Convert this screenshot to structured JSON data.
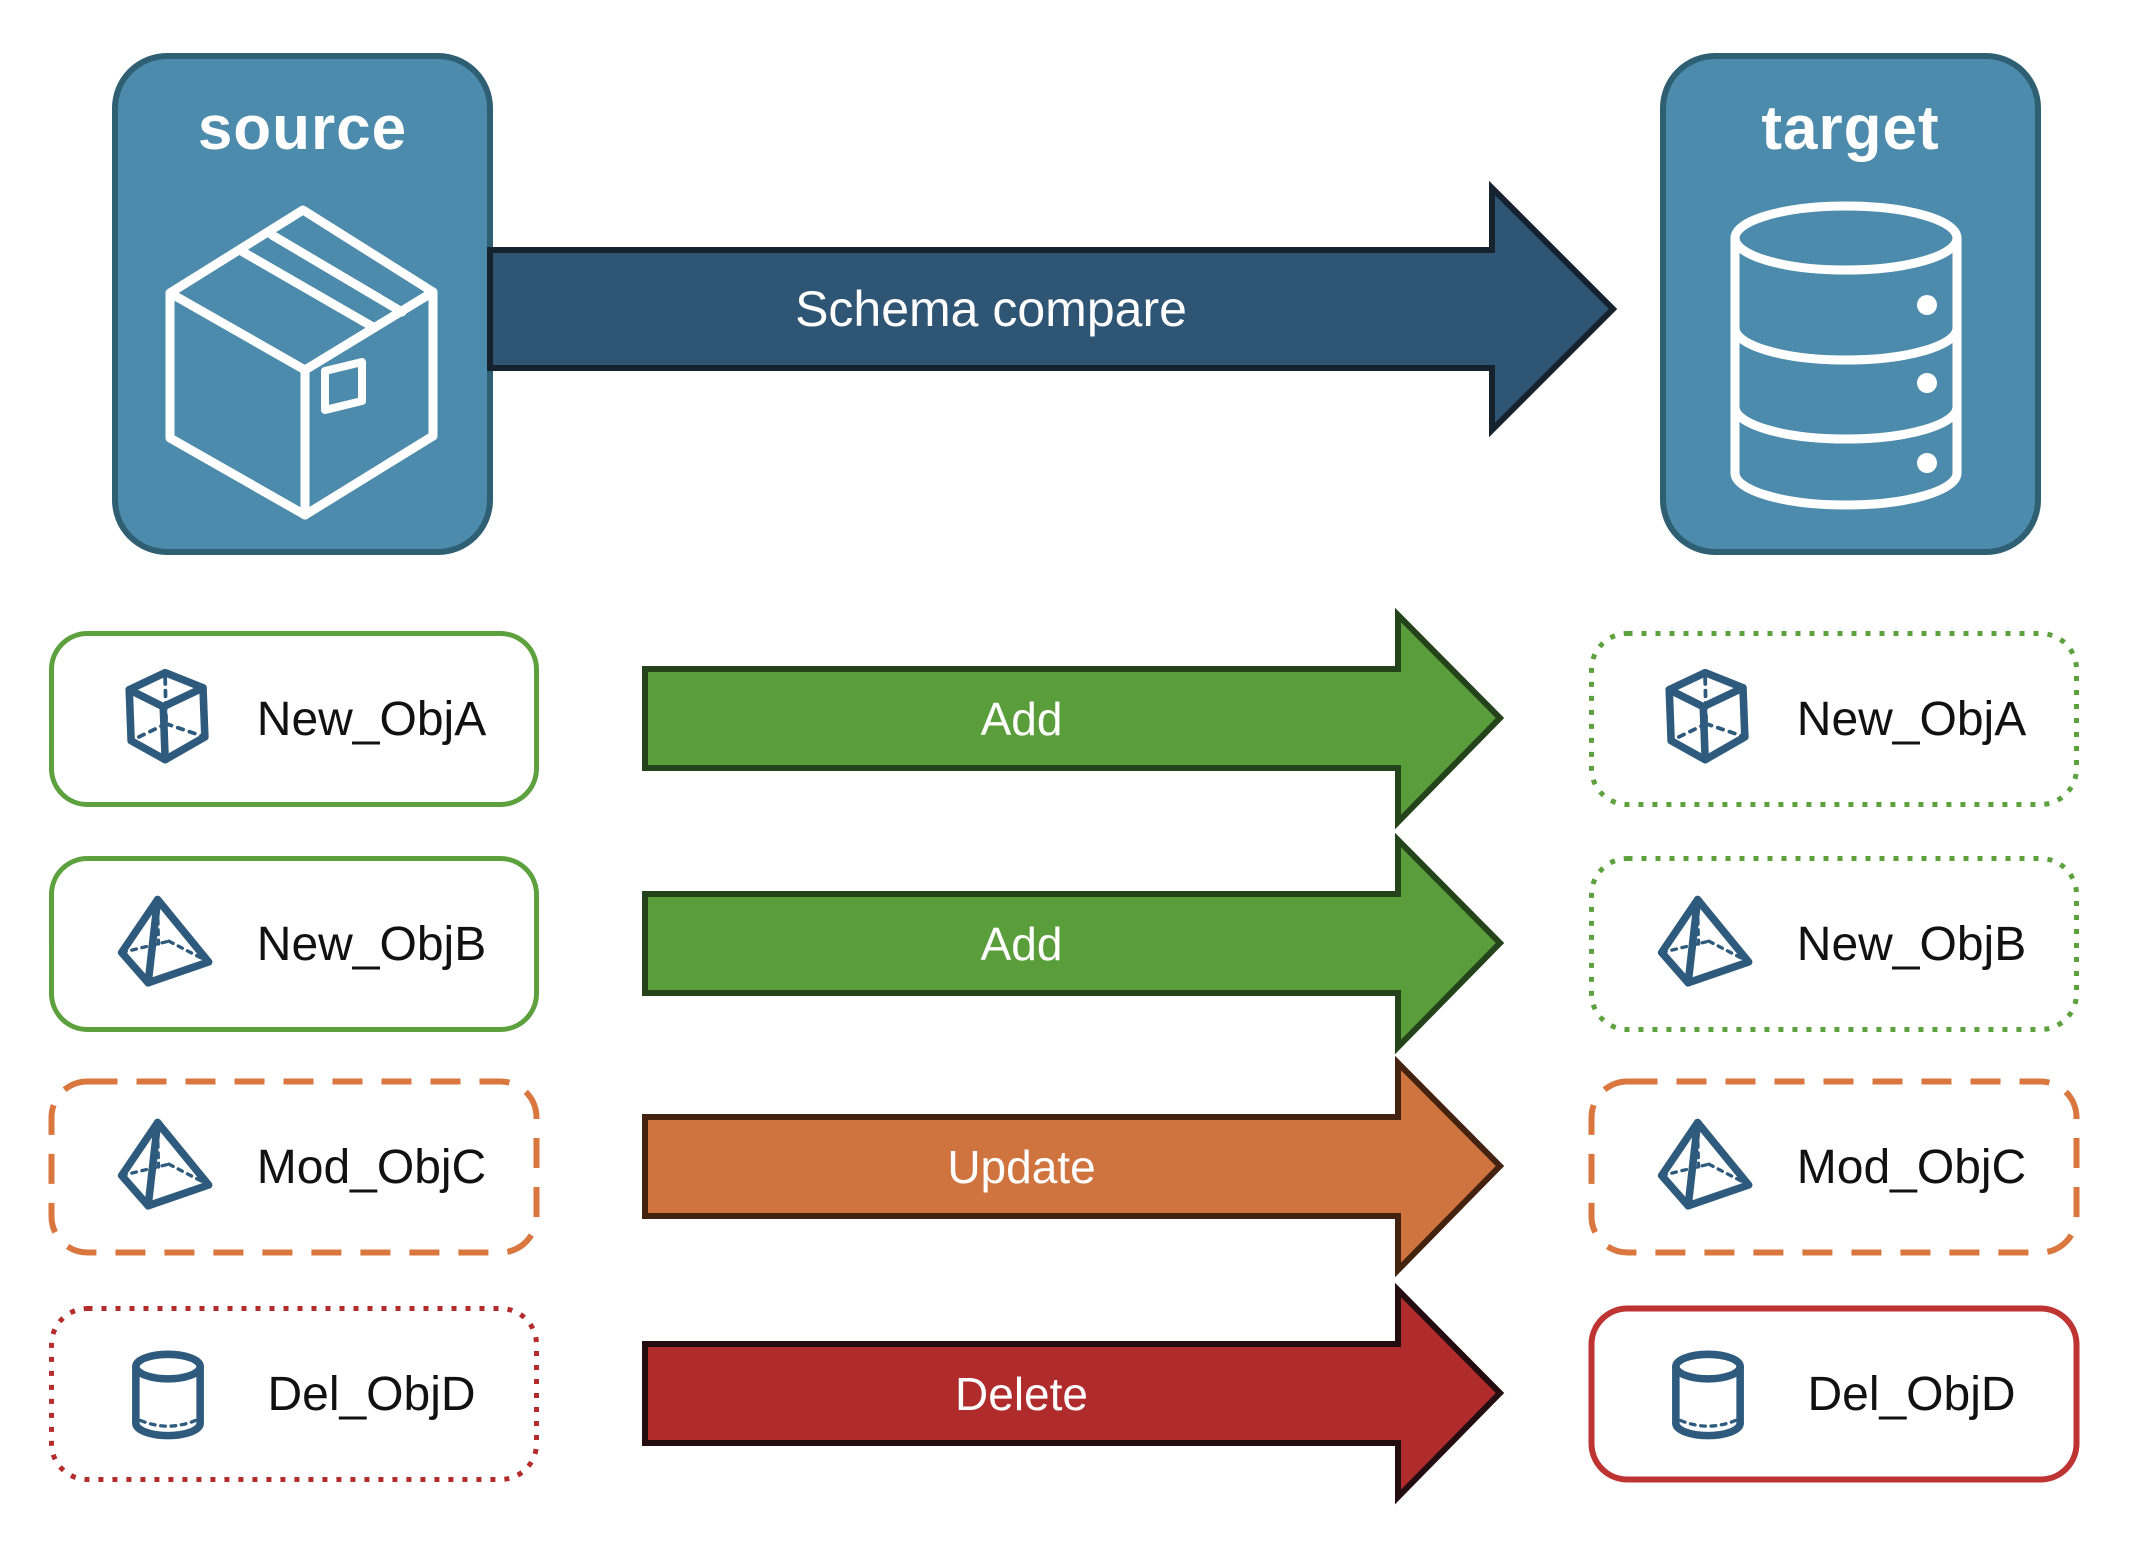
{
  "nodes": {
    "source": {
      "label": "source",
      "icon": "package-icon"
    },
    "target": {
      "label": "target",
      "icon": "database-icon"
    }
  },
  "flow": {
    "label": "Schema compare"
  },
  "rows": [
    {
      "name": "New_ObjA",
      "action": "Add",
      "icon": "cube-icon",
      "source_border": "green-solid",
      "target_border": "green-dotted"
    },
    {
      "name": "New_ObjB",
      "action": "Add",
      "icon": "pyramid-icon",
      "source_border": "green-solid",
      "target_border": "green-dotted"
    },
    {
      "name": "Mod_ObjC",
      "action": "Update",
      "icon": "pyramid-icon",
      "source_border": "orange-dashed",
      "target_border": "orange-dashed"
    },
    {
      "name": "Del_ObjD",
      "action": "Delete",
      "icon": "cylinder-icon",
      "source_border": "red-dotted",
      "target_border": "red-solid"
    }
  ],
  "colors": {
    "node_fill": "#4C8BAC",
    "node_border": "#2F5F73",
    "flow_arrow": "#2E5574",
    "flow_arrow_border": "#16222E",
    "add_arrow": "#5A9E3C",
    "add_arrow_border": "#24431A",
    "update_arrow": "#D0743F",
    "update_arrow_border": "#432310",
    "delete_arrow": "#B02B2C",
    "delete_arrow_border": "#230D11",
    "new_object_border": "#5CA13D",
    "modified_object_border": "#D9773F",
    "deleted_object_border": "#B52C2C",
    "deleted_target_border": "#BE3432",
    "object_icon": "#2E5B7D",
    "arrow_text": "#FFFFFF",
    "label_text": "#111111"
  }
}
